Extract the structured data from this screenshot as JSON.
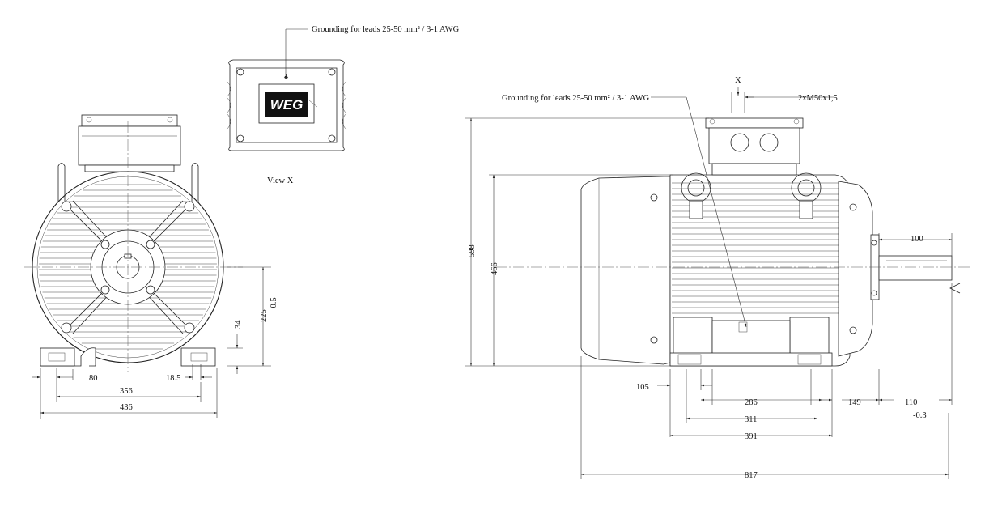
{
  "front_view": {
    "grounding_note": "Grounding for leads 25-50 mm² / 3-1 AWG",
    "view_label": "View X",
    "logo_text": "WEG",
    "dims": {
      "d80": "80",
      "d18_5": "18.5",
      "d356": "356",
      "d436": "436",
      "d34": "34",
      "d225": "225",
      "d225_tol": "-0.5"
    }
  },
  "side_view": {
    "grounding_note": "Grounding for leads 25-50 mm² / 3-1 AWG",
    "x_marker": "X",
    "gland_spec": "2xM50x1,5",
    "dims": {
      "d598": "598",
      "d466": "466",
      "d100": "100",
      "d105": "105",
      "d286": "286",
      "d311": "311",
      "d391": "391",
      "d149": "149",
      "d110": "110",
      "d110_tol": "-0.3",
      "d817": "817"
    }
  }
}
